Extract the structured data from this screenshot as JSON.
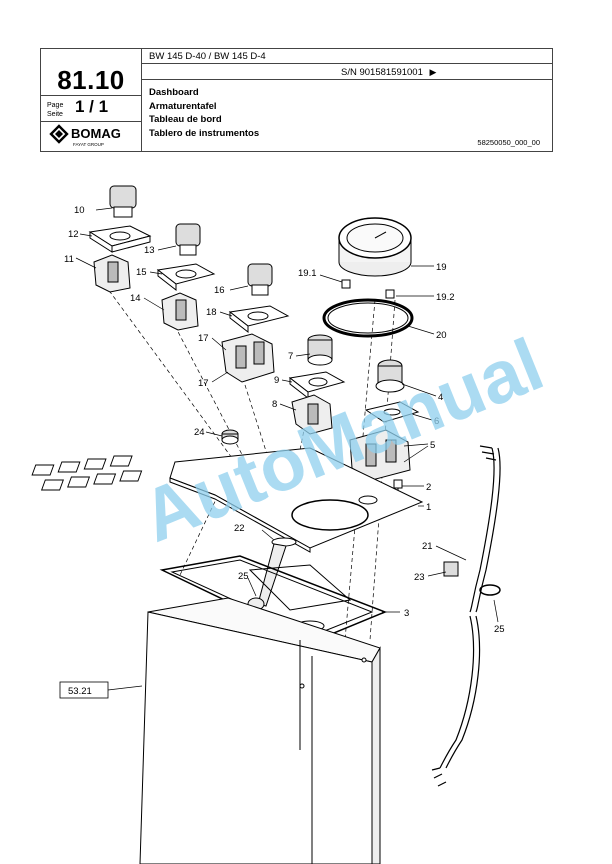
{
  "header": {
    "model": "BW 145 D-40 / BW 145 D-4",
    "serial": "S/N 901581591001",
    "section": "81.10",
    "page_label_1": "Page",
    "page_label_2": "Seite",
    "page_number": "1 / 1",
    "brand": "BOMAG",
    "brand_sub": "FAYAT GROUP",
    "titles": [
      "Dashboard",
      "Armaturentafel",
      "Tableau de bord",
      "Tablero de instrumentos"
    ],
    "drawing_number": "58250050_000_00"
  },
  "callouts": [
    "10",
    "12",
    "11",
    "13",
    "15",
    "14",
    "16",
    "18",
    "17",
    "17",
    "7",
    "9",
    "8",
    "24",
    "19.1",
    "19",
    "19.2",
    "20",
    "4",
    "6",
    "5",
    "2",
    "1",
    "22",
    "21",
    "23",
    "25",
    "25",
    "3",
    "53.21"
  ],
  "watermark": "AutoManual"
}
